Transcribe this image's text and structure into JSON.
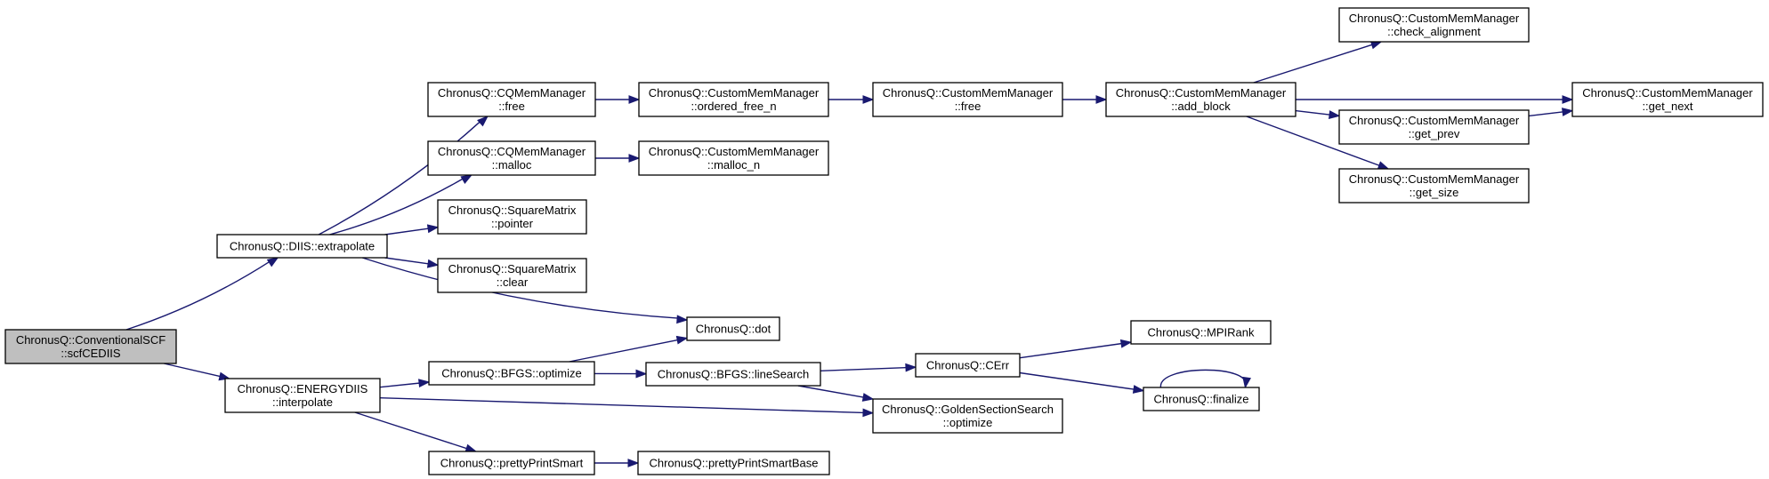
{
  "graph": {
    "root": "n_scf",
    "colors": {
      "edge": "#191970",
      "root_fill": "#bfbfbf",
      "node_fill": "#ffffff",
      "border": "#000000"
    },
    "nodes": [
      {
        "id": "n_scf",
        "lines": [
          "ChronusQ::ConventionalSCF",
          "::scfCEDIIS"
        ]
      },
      {
        "id": "n_diis",
        "lines": [
          "ChronusQ::DIIS::extrapolate"
        ]
      },
      {
        "id": "n_ediis",
        "lines": [
          "ChronusQ::ENERGYDIIS",
          "::interpolate"
        ]
      },
      {
        "id": "n_cqfree",
        "lines": [
          "ChronusQ::CQMemManager",
          "::free"
        ]
      },
      {
        "id": "n_cqmalloc",
        "lines": [
          "ChronusQ::CQMemManager",
          "::malloc"
        ]
      },
      {
        "id": "n_sqpointer",
        "lines": [
          "ChronusQ::SquareMatrix",
          "::pointer"
        ]
      },
      {
        "id": "n_sqclear",
        "lines": [
          "ChronusQ::SquareMatrix",
          "::clear"
        ]
      },
      {
        "id": "n_dot",
        "lines": [
          "ChronusQ::dot"
        ]
      },
      {
        "id": "n_bfgsopt",
        "lines": [
          "ChronusQ::BFGS::optimize"
        ]
      },
      {
        "id": "n_pps",
        "lines": [
          "ChronusQ::prettyPrintSmart"
        ]
      },
      {
        "id": "n_ofree",
        "lines": [
          "ChronusQ::CustomMemManager",
          "::ordered_free_n"
        ]
      },
      {
        "id": "n_mallocn",
        "lines": [
          "ChronusQ::CustomMemManager",
          "::malloc_n"
        ]
      },
      {
        "id": "n_linesearch",
        "lines": [
          "ChronusQ::BFGS::lineSearch"
        ]
      },
      {
        "id": "n_ppsbase",
        "lines": [
          "ChronusQ::prettyPrintSmartBase"
        ]
      },
      {
        "id": "n_cmfree",
        "lines": [
          "ChronusQ::CustomMemManager",
          "::free"
        ]
      },
      {
        "id": "n_cerr",
        "lines": [
          "ChronusQ::CErr"
        ]
      },
      {
        "id": "n_golden",
        "lines": [
          "ChronusQ::GoldenSectionSearch",
          "::optimize"
        ]
      },
      {
        "id": "n_addblock",
        "lines": [
          "ChronusQ::CustomMemManager",
          "::add_block"
        ]
      },
      {
        "id": "n_mpirank",
        "lines": [
          "ChronusQ::MPIRank"
        ]
      },
      {
        "id": "n_finalize",
        "lines": [
          "ChronusQ::finalize"
        ]
      },
      {
        "id": "n_checkalign",
        "lines": [
          "ChronusQ::CustomMemManager",
          "::check_alignment"
        ]
      },
      {
        "id": "n_getprev",
        "lines": [
          "ChronusQ::CustomMemManager",
          "::get_prev"
        ]
      },
      {
        "id": "n_getsize",
        "lines": [
          "ChronusQ::CustomMemManager",
          "::get_size"
        ]
      },
      {
        "id": "n_getnext",
        "lines": [
          "ChronusQ::CustomMemManager",
          "::get_next"
        ]
      }
    ],
    "edges": [
      {
        "from": "n_scf",
        "to": "n_diis"
      },
      {
        "from": "n_scf",
        "to": "n_ediis"
      },
      {
        "from": "n_diis",
        "to": "n_cqfree"
      },
      {
        "from": "n_diis",
        "to": "n_cqmalloc"
      },
      {
        "from": "n_diis",
        "to": "n_sqpointer"
      },
      {
        "from": "n_diis",
        "to": "n_sqclear"
      },
      {
        "from": "n_diis",
        "to": "n_dot"
      },
      {
        "from": "n_cqfree",
        "to": "n_ofree"
      },
      {
        "from": "n_cqmalloc",
        "to": "n_mallocn"
      },
      {
        "from": "n_ofree",
        "to": "n_cmfree"
      },
      {
        "from": "n_cmfree",
        "to": "n_addblock"
      },
      {
        "from": "n_addblock",
        "to": "n_checkalign"
      },
      {
        "from": "n_addblock",
        "to": "n_getnext"
      },
      {
        "from": "n_addblock",
        "to": "n_getprev"
      },
      {
        "from": "n_addblock",
        "to": "n_getsize"
      },
      {
        "from": "n_getprev",
        "to": "n_getnext"
      },
      {
        "from": "n_ediis",
        "to": "n_bfgsopt"
      },
      {
        "from": "n_ediis",
        "to": "n_golden"
      },
      {
        "from": "n_ediis",
        "to": "n_pps"
      },
      {
        "from": "n_bfgsopt",
        "to": "n_dot"
      },
      {
        "from": "n_bfgsopt",
        "to": "n_linesearch"
      },
      {
        "from": "n_linesearch",
        "to": "n_cerr"
      },
      {
        "from": "n_linesearch",
        "to": "n_golden"
      },
      {
        "from": "n_cerr",
        "to": "n_mpirank"
      },
      {
        "from": "n_cerr",
        "to": "n_finalize"
      },
      {
        "from": "n_finalize",
        "to": "n_finalize"
      },
      {
        "from": "n_pps",
        "to": "n_ppsbase"
      }
    ]
  }
}
